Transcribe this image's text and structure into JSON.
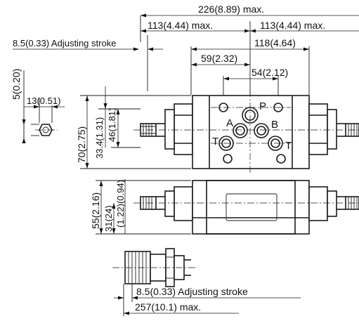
{
  "dimensions": {
    "overall_width": "226(8.89) max.",
    "left_half": "113(4.44) max.",
    "right_half": "113(4.44) max.",
    "adjusting_stroke_top": "8.5(0.33) Adjusting stroke",
    "body_length": "118(4.64)",
    "port_span": "59(2.32)",
    "port_offset": "54(2.12)",
    "hex_dia": "13(0.51)",
    "hex_height": "5(0.20)",
    "side_height": "70(2.75)",
    "port_height": "33.4(1.31)",
    "port_height2": "46(1.81)",
    "front_height": "55(2.16)",
    "front_small_1": "31(24)",
    "front_small_2": "(1.22)(0.94)",
    "adjusting_stroke_bottom": "8.5(0.33) Adjusting stroke",
    "bottom_length": "257(10.1) max."
  },
  "ports": {
    "p": "P",
    "a": "A",
    "b": "B",
    "t_left": "T",
    "t_right": "T"
  }
}
